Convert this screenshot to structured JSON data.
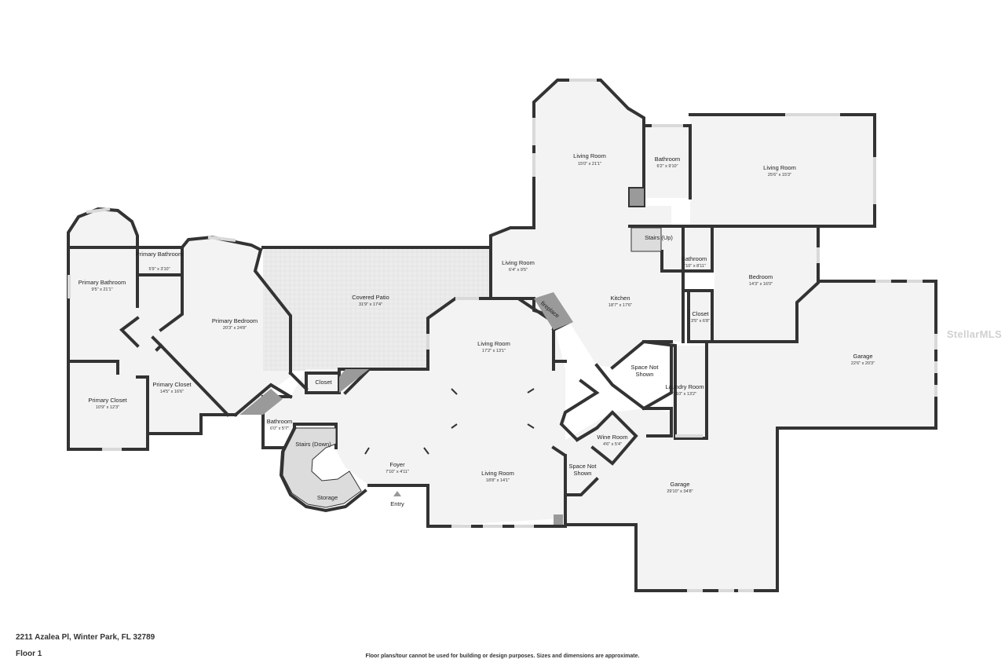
{
  "footer": {
    "address": "2211 Azalea Pl, Winter Park, FL 32789",
    "floor_label": "Floor 1",
    "disclaimer": "Floor plans/tour cannot be used for building or design purposes. Sizes and dimensions are approximate."
  },
  "brand": "StellarMLS",
  "rooms": {
    "living_room_top": {
      "name": "Living Room",
      "dims": "15'0\" x 21'1\""
    },
    "bathroom_top": {
      "name": "Bathroom",
      "dims": "6'2\" x 9'10\""
    },
    "living_room_right": {
      "name": "Living Room",
      "dims": "25'6\" x 15'3\""
    },
    "stairs_up": {
      "name": "Stairs (Up)"
    },
    "bathroom_mid": {
      "name": "Bathroom",
      "dims": "6'10\" x 8'11\""
    },
    "bedroom": {
      "name": "Bedroom",
      "dims": "14'3\" x 16'0\""
    },
    "living_room_small": {
      "name": "Living Room",
      "dims": "6'4\" x 9'5\""
    },
    "kitchen": {
      "name": "Kitchen",
      "dims": "18'7\" x 17'6\""
    },
    "closet_kitchen": {
      "name": "Closet",
      "dims": "3'5\" x 6'8\""
    },
    "fireplace": {
      "name": "fireplace"
    },
    "primary_bathroom_small": {
      "name": "Primary Bathroom",
      "dims": "5'9\" x 3'10\""
    },
    "primary_bathroom": {
      "name": "Primary Bathroom",
      "dims": "9'5\" x 21'1\""
    },
    "covered_patio": {
      "name": "Covered Patio",
      "dims": "31'9\" x 17'4\""
    },
    "primary_bedroom": {
      "name": "Primary Bedroom",
      "dims": "20'3\" x 24'8\""
    },
    "living_room_center": {
      "name": "Living Room",
      "dims": "17'2\" x 13'1\""
    },
    "garage_right": {
      "name": "Garage",
      "dims": "22'6\" x 20'3\""
    },
    "space_not_shown_1": {
      "name": "Space Not Shown"
    },
    "laundry_room": {
      "name": "Laundry Room",
      "dims": "7'10\" x 13'2\""
    },
    "closet_foyer": {
      "name": "Closet"
    },
    "primary_closet_left": {
      "name": "Primary Closet",
      "dims": "10'9\" x 12'3\""
    },
    "primary_closet_mid": {
      "name": "Primary Closet",
      "dims": "14'5\" x 16'6\""
    },
    "bathroom_foyer": {
      "name": "Bathroom",
      "dims": "6'0\" x 5'7\""
    },
    "stairs_down": {
      "name": "Stairs (Down)"
    },
    "wine_room": {
      "name": "Wine Room",
      "dims": "4'6\" x 5'4\""
    },
    "foyer": {
      "name": "Foyer",
      "dims": "7'10\" x 4'11\""
    },
    "living_room_bottom": {
      "name": "Living Room",
      "dims": "18'8\" x 14'1\""
    },
    "space_not_shown_2": {
      "name": "Space Not Shown"
    },
    "garage_bottom": {
      "name": "Garage",
      "dims": "29'10\" x 34'8\""
    },
    "storage": {
      "name": "Storage"
    },
    "entry": {
      "name": "Entry"
    }
  }
}
